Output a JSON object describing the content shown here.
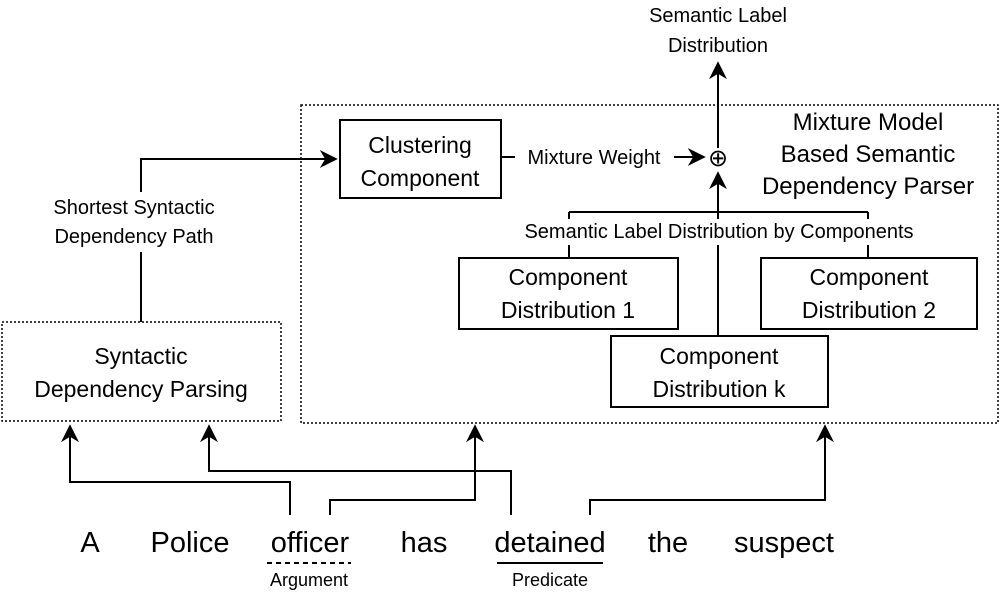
{
  "output_label": {
    "line1": "Semantic Label",
    "line2": "Distribution"
  },
  "parser_title": {
    "line1": "Mixture Model",
    "line2": "Based Semantic",
    "line3": "Dependency Parser"
  },
  "clustering": {
    "line1": "Clustering",
    "line2": "Component"
  },
  "mixture_weight_label": "Mixture Weight",
  "combine_symbol": "⊕",
  "components_caption": "Semantic Label Distribution by Components",
  "component1": {
    "line1": "Component",
    "line2": "Distribution 1"
  },
  "component2": {
    "line1": "Component",
    "line2": "Distribution 2"
  },
  "componentk": {
    "line1": "Component",
    "line2": "Distribution k"
  },
  "path_label": {
    "line1": "Shortest Syntactic",
    "line2": "Dependency Path"
  },
  "syntactic": {
    "line1": "Syntactic",
    "line2": "Dependency Parsing"
  },
  "sentence": [
    "A",
    "Police",
    "officer",
    "has",
    "detained",
    "the",
    "suspect"
  ],
  "argument_label": "Argument",
  "predicate_label": "Predicate"
}
